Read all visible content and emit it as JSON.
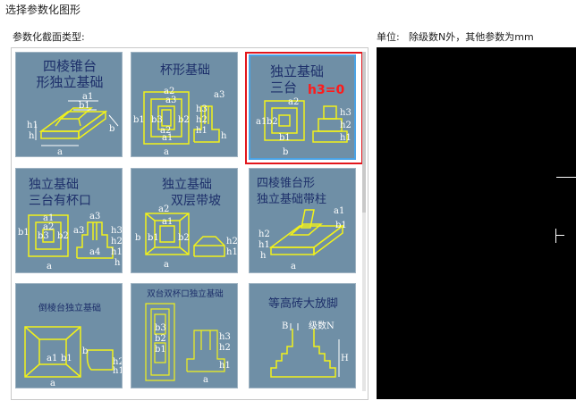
{
  "dialog": {
    "title": "选择参数化图形",
    "type_label": "参数化截面类型:",
    "unit_label": "单位:",
    "unit_note": "除级数N外，其他参数为mm"
  },
  "shapes": [
    {
      "title1": "四棱锥台",
      "title2": "形独立基础",
      "labels": [
        "a1",
        "b1",
        "b",
        "h1",
        "h",
        "a"
      ]
    },
    {
      "title1": "杯形基础",
      "labels": [
        "a2",
        "a3",
        "a1",
        "b1",
        "b3",
        "b2",
        "a2",
        "a",
        "h3",
        "h2",
        "h1",
        "a3",
        "h"
      ]
    },
    {
      "title1": "独立基础",
      "title2": "三台",
      "tag": "h3=0",
      "labels": [
        "a2",
        "a1",
        "b1",
        "b2",
        "h3",
        "h2",
        "h1",
        "b"
      ]
    },
    {
      "title1": "独立基础",
      "title2": "三台有杯口",
      "labels": [
        "a1",
        "a2",
        "a3",
        "b1",
        "b2",
        "b3",
        "a",
        "a3",
        "a4",
        "h3",
        "h2",
        "h1",
        "h"
      ]
    },
    {
      "title1": "独立基础",
      "title2": "双层带坡",
      "labels": [
        "a2",
        "a1",
        "b1",
        "b2",
        "b",
        "h2",
        "h1",
        "a"
      ]
    },
    {
      "title1": "四棱锥台形",
      "title2": "独立基础带柱",
      "labels": [
        "a1",
        "b1",
        "h2",
        "h1",
        "h",
        "a"
      ]
    },
    {
      "title1": "倒棱台独立基础",
      "labels": [
        "a1",
        "b1",
        "b",
        "h2",
        "h1",
        "a"
      ]
    },
    {
      "title1": "双台双杯口独立基础",
      "labels": [
        "b3",
        "b2",
        "b1",
        "h3",
        "h2",
        "h1",
        "a"
      ]
    },
    {
      "title1": "等高砖大放脚",
      "labels": [
        "B",
        "级数N",
        "H"
      ]
    }
  ]
}
